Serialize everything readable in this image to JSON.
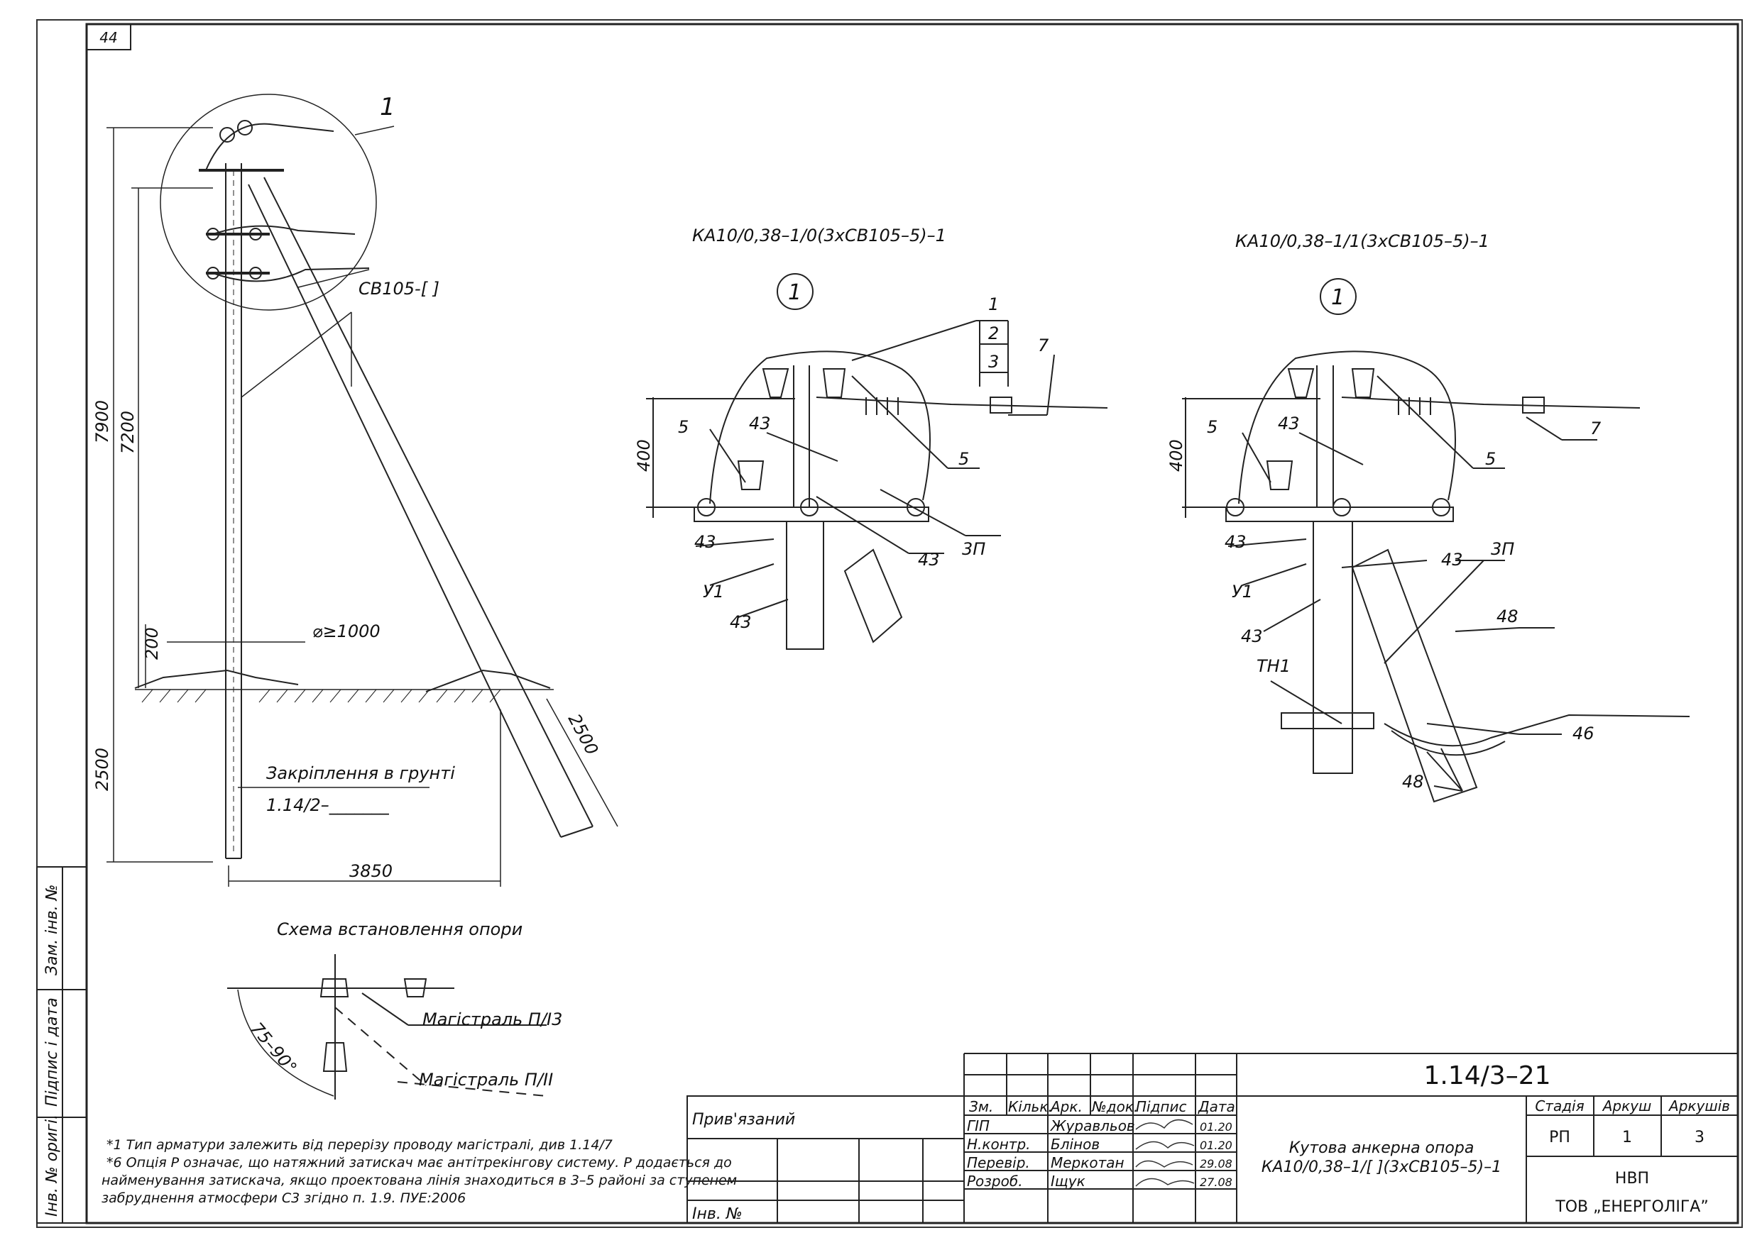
{
  "page_number": "44",
  "pole_drawing": {
    "callout": "1",
    "cable_label": "СВ105-[     ]",
    "dim_total_height": "7900",
    "dim_above_ground": "7200",
    "dim_base": "200",
    "dim_diameter": "⌀≥1000",
    "dim_depth": "2500",
    "dim_strut_depth": "2500",
    "dim_spacing": "3850",
    "ground_fixing_label": "Закріплення в грунті",
    "ground_fixing_ref": "1.14/2–_______"
  },
  "scheme": {
    "title": "Схема встановлення опори",
    "angle": "75–90°",
    "main_line_1": "Магістраль П/І3",
    "main_line_2": "Магістраль П/ІІ"
  },
  "detail_left": {
    "title": "КА10/0,38–1/0(3хСВ105–5)–1",
    "circle": "1",
    "dim": "400",
    "labels": [
      "1",
      "2",
      "3",
      "7",
      "5",
      "43",
      "5",
      "43",
      "43",
      "3П",
      "У1",
      "43"
    ]
  },
  "detail_right": {
    "title": "КА10/0,38–1/1(3хСВ105–5)–1",
    "circle": "1",
    "dim": "400",
    "labels": [
      "5",
      "43",
      "5",
      "7",
      "43",
      "3П",
      "У1",
      "43",
      "43",
      "48",
      "ТН1",
      "46",
      "48"
    ]
  },
  "notes": [
    "*1 Тип арматури залежить від перерізу проводу магістралі, див 1.14/7",
    "*6 Опція Р означає, що натяжний затискач має антітрекінгову систему. Р додається до",
    "найменування затискача, якщо проектована лінія знаходиться в 3–5 районі за ступенем",
    "забруднення атмосфери С3 згідно п. 1.9. ПУЕ:2006"
  ],
  "side_stamp": {
    "cells": [
      "Зам. інв. №",
      "Підпис і дата",
      "Інв. № оригі."
    ]
  },
  "title_block": {
    "attached_label": "Прив'язаний",
    "inv_label": "Інв. №",
    "col_headers": [
      "Зм.",
      "Кільк.",
      "Арк.",
      "№док.",
      "Підпис",
      "Дата"
    ],
    "rows": [
      {
        "role": "ГІП",
        "name": "Журавльов",
        "date": "01.20"
      },
      {
        "role": "Н.контр.",
        "name": "Блінов",
        "date": "01.20"
      },
      {
        "role": "Перевір.",
        "name": "Меркотан",
        "date": "29.08"
      },
      {
        "role": "Розроб.",
        "name": "Іщук",
        "date": "27.08"
      }
    ],
    "doc_code": "1.14/3–21",
    "doc_title_line1": "Кутова анкерна опора",
    "doc_title_line2": "КА10/0,38–1/[   ](3хСВ105–5)–1",
    "stage_header": "Стадія",
    "sheet_header": "Аркуш",
    "sheets_header": "Аркушів",
    "stage": "РП",
    "sheet": "1",
    "sheets": "3",
    "org_line1": "НВП",
    "org_line2": "ТОВ „ЕНЕРГОЛІГА”"
  }
}
